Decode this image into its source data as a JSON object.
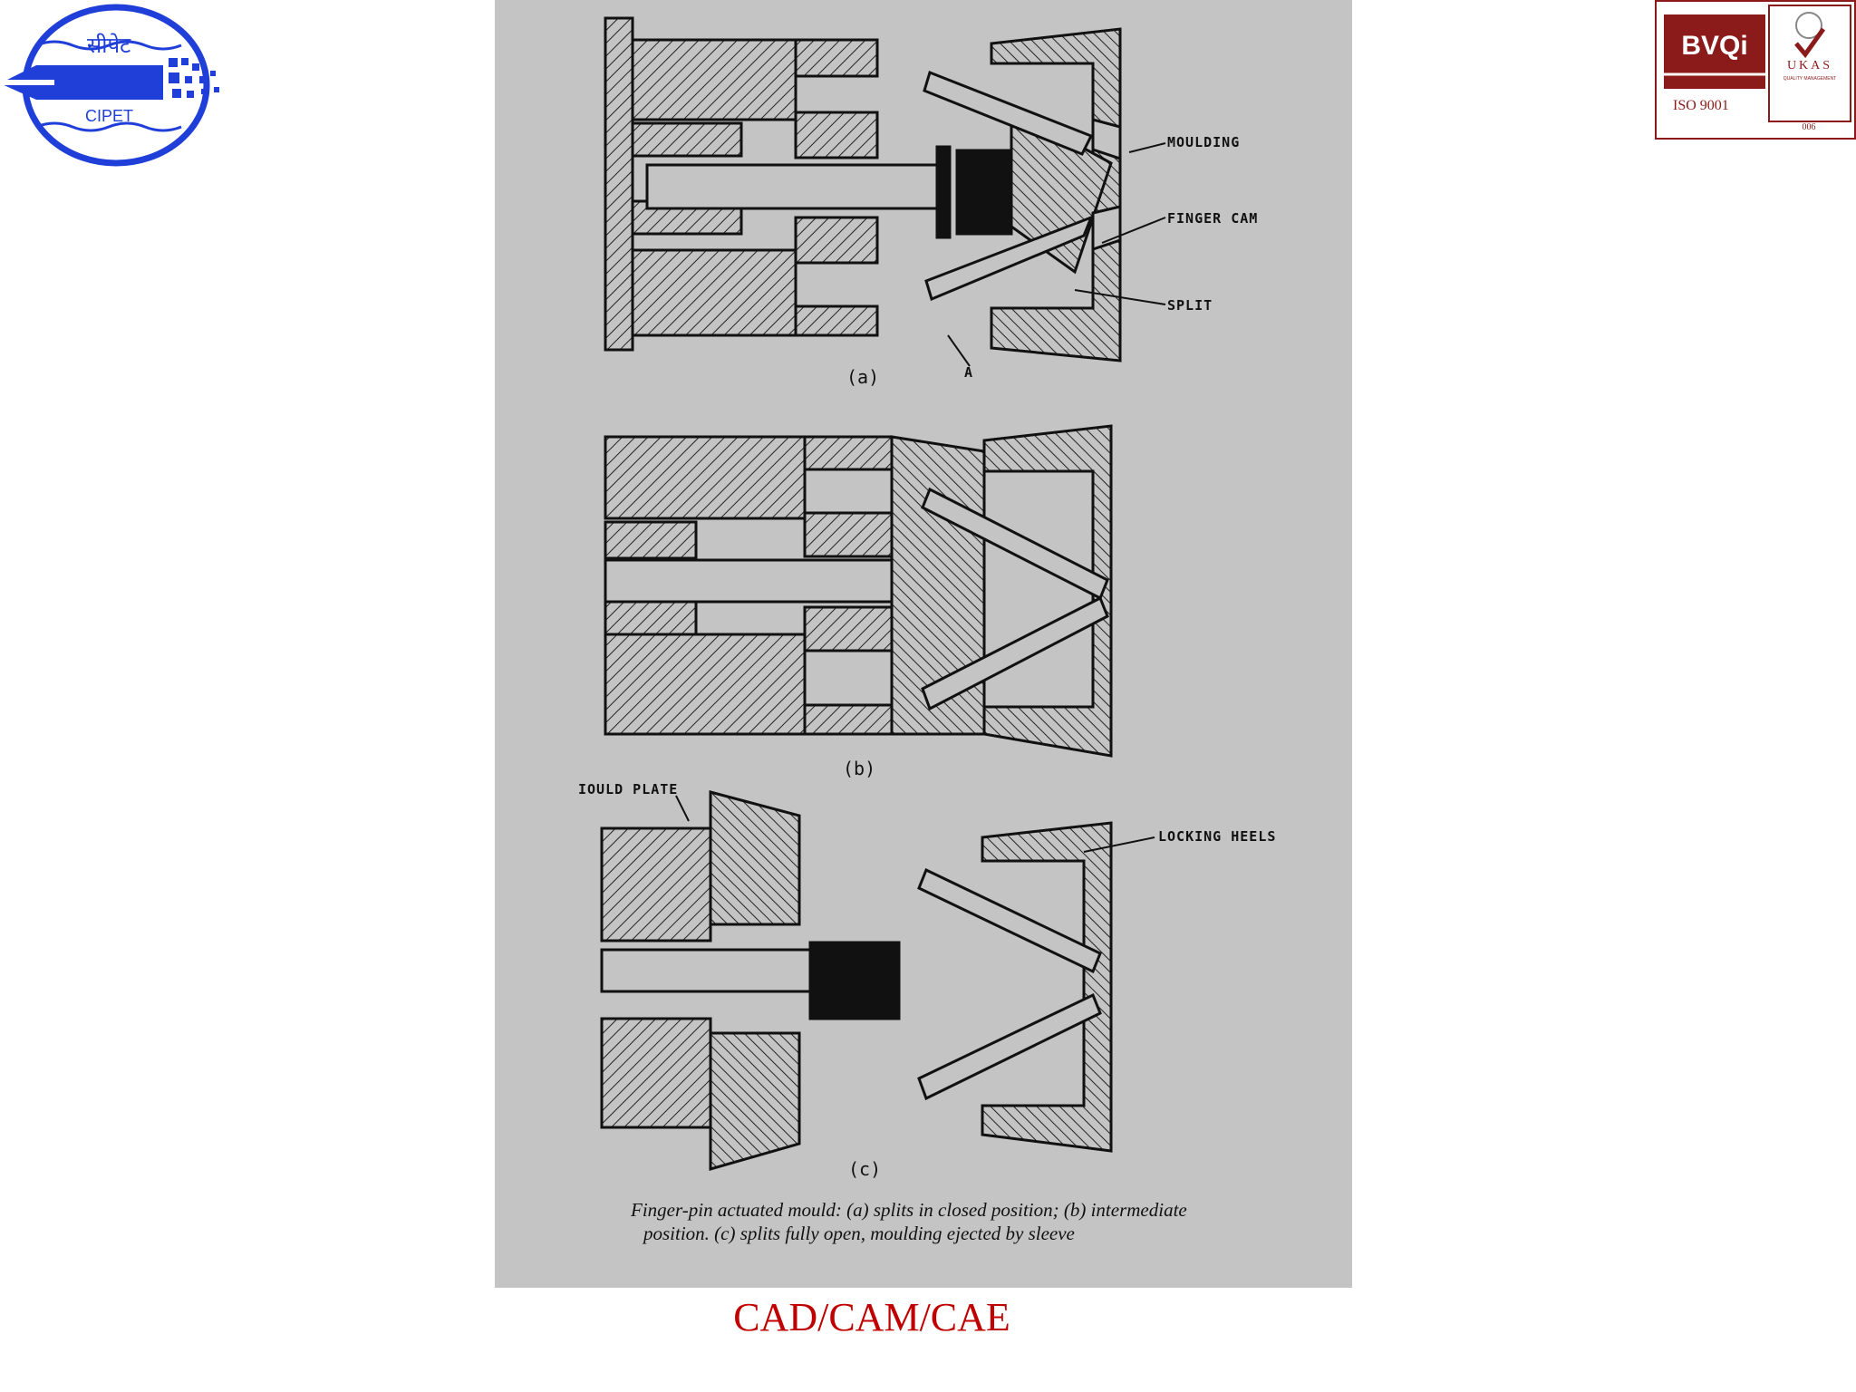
{
  "logo": {
    "hindi_text": "सीपेट",
    "text": "CIPET"
  },
  "certification": {
    "brand": "BVQi",
    "iso": "ISO 9001",
    "ukas": "UKAS",
    "ukas_sub": "QUALITY MANAGEMENT",
    "ukas_number": "006",
    "brand_color": "#8b1a1a"
  },
  "figure": {
    "callouts": {
      "moulding": "MOULDING",
      "finger_cam": "FINGER CAM",
      "split": "SPLIT",
      "point_a": "A",
      "mould_plate": "IOULD PLATE",
      "locking_heels": "LOCKING HEELS"
    },
    "subfigure_labels": {
      "a": "(a)",
      "b": "(b)",
      "c": "(c)"
    },
    "caption_line1": "Finger-pin actuated mould: (a) splits in closed position; (b) intermediate",
    "caption_line2": "position. (c) splits fully open, moulding ejected by sleeve"
  },
  "footer": {
    "title": "CAD/CAM/CAE",
    "color": "#c00000"
  }
}
